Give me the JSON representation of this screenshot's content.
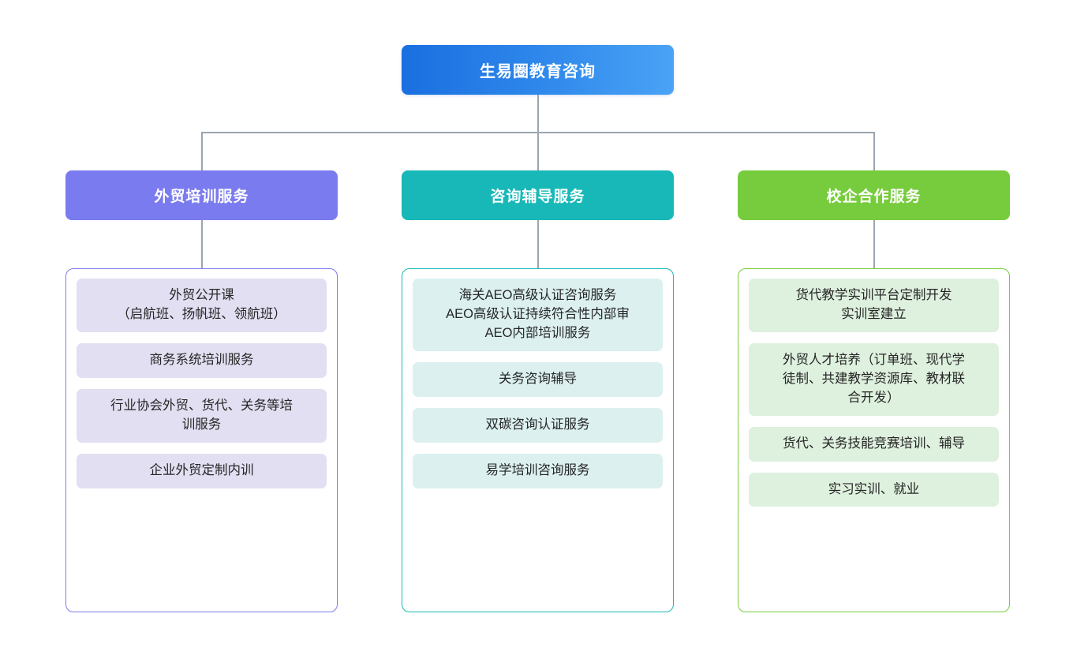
{
  "diagram": {
    "type": "organization-chart",
    "root": {
      "title": "生易圈教育咨询",
      "color_start": "#1a6fe0",
      "color_end": "#4aa3f5"
    },
    "branches": [
      {
        "header": "外贸培训服务",
        "header_color": "#7b7bf0",
        "border_color": "#7b7bf0",
        "card_color": "#e2dff2",
        "items": [
          {
            "lines": [
              "外贸公开课",
              "（启航班、扬帆班、领航班）"
            ]
          },
          {
            "lines": [
              "商务系统培训服务"
            ]
          },
          {
            "lines": [
              "行业协会外贸、货代、关务等培",
              "训服务"
            ]
          },
          {
            "lines": [
              "企业外贸定制内训"
            ]
          }
        ]
      },
      {
        "header": "咨询辅导服务",
        "header_color": "#18b8b8",
        "border_color": "#18b8b8",
        "card_color": "#dcf0f0",
        "items": [
          {
            "lines": [
              "海关AEO高级认证咨询服务",
              "AEO高级认证持续符合性内部审",
              "AEO内部培训服务"
            ]
          },
          {
            "lines": [
              "关务咨询辅导"
            ]
          },
          {
            "lines": [
              "双碳咨询认证服务"
            ]
          },
          {
            "lines": [
              "易学培训咨询服务"
            ]
          }
        ]
      },
      {
        "header": "校企合作服务",
        "header_color": "#76cc3c",
        "border_color": "#76cc3c",
        "card_color": "#def0de",
        "items": [
          {
            "lines": [
              "货代教学实训平台定制开发",
              "实训室建立"
            ]
          },
          {
            "lines": [
              "外贸人才培养（订单班、现代学",
              "徒制、共建教学资源库、教材联",
              "合开发）"
            ]
          },
          {
            "lines": [
              "货代、关务技能竞赛培训、辅导"
            ]
          },
          {
            "lines": [
              "实习实训、就业"
            ]
          }
        ]
      }
    ],
    "connector_color": "#9aa5b1"
  }
}
